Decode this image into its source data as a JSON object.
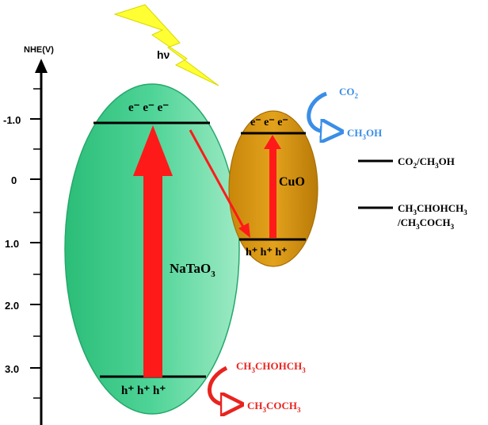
{
  "axis": {
    "title": "NHE(V)",
    "ticks": [
      "-1.0",
      "0",
      "1.0",
      "2.0",
      "3.0"
    ]
  },
  "light": {
    "label": "hν"
  },
  "nataO3": {
    "label_main": "NaTaO",
    "label_sub": "3",
    "cb_carriers": "e⁻ e⁻ e⁻",
    "vb_carriers": "h⁺ h⁺ h⁺"
  },
  "cuo": {
    "label": "CuO",
    "cb_carriers": "e⁻ e⁻ e⁻",
    "vb_carriers": "h⁺ h⁺ h⁺"
  },
  "reduction": {
    "reactant_main": "CO",
    "reactant_sub": "2",
    "product_a": "CH",
    "product_sub": "3",
    "product_b": "OH",
    "color": "#3a8ee6"
  },
  "oxidation": {
    "reactant": [
      "CH",
      "3",
      "CHOHCH",
      "3"
    ],
    "product": [
      "CH",
      "3",
      "COCH",
      "3"
    ],
    "color": "#e8241f"
  },
  "potentials": {
    "co2": [
      "CO",
      "2",
      "/CH",
      "3",
      "OH"
    ],
    "ipa_line1": [
      "CH",
      "3",
      "CHOHCH",
      "3"
    ],
    "ipa_line2": [
      "/CH",
      "3",
      "COCH",
      "3"
    ]
  },
  "colors": {
    "nataO3_fill": "#3fcf8e",
    "cuo_fill": "#d9960e",
    "arrow_red": "#ff1a1a",
    "lightning": "#ffff33"
  }
}
